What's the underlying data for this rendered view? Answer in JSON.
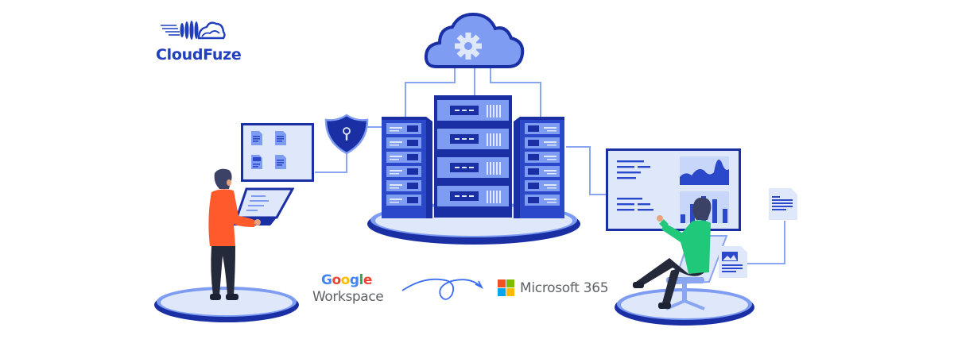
{
  "brand": {
    "name": "CloudFuze",
    "color": "#1f3fbf"
  },
  "migration": {
    "source": {
      "line1": "Google",
      "line1_letters": [
        "G",
        "o",
        "o",
        "g",
        "l",
        "e"
      ],
      "line1_colors": [
        "#4285F4",
        "#EA4335",
        "#FBBC05",
        "#4285F4",
        "#34A853",
        "#EA4335"
      ],
      "line2": "Workspace"
    },
    "arrow": "loop-arrow",
    "target": {
      "label": "Microsoft 365",
      "logo_colors": [
        "#F25022",
        "#7FBA00",
        "#00A4EF",
        "#FFB900"
      ]
    }
  },
  "illustration": {
    "cloud": "cloud-gear",
    "servers": [
      "left-rack",
      "center-rack",
      "right-rack"
    ],
    "security": "shield-lock",
    "left_person": "person-with-laptop",
    "right_person": "person-in-chair-presenting",
    "file_grid": [
      "document",
      "document",
      "image-document",
      "document"
    ],
    "dashboard": [
      "text-lines",
      "area-chart",
      "text-lines",
      "bar-chart"
    ],
    "floating_docs": [
      "text-document",
      "image-document"
    ]
  },
  "colors": {
    "primary_dark": "#1a2fa3",
    "primary": "#2a48c9",
    "light_blue": "#7d9cf2",
    "pale_blue": "#dfe7fb",
    "connector": "#8aa6f0",
    "orange_shirt": "#ff5a2c",
    "green_shirt": "#20c97a",
    "pants": "#252a3a"
  }
}
